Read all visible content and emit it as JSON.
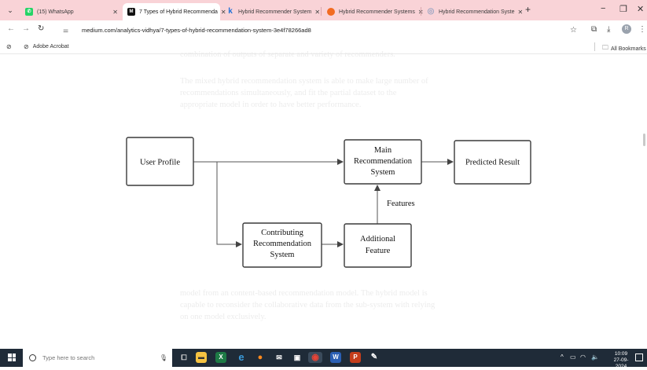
{
  "browser": {
    "tabs": [
      {
        "title": "(15) WhatsApp",
        "favicon": "whatsapp-icon",
        "color": "#25d366",
        "glyph": "✆",
        "active": false
      },
      {
        "title": "7 Types of Hybrid Recommenda",
        "favicon": "medium-icon",
        "color": "#111111",
        "glyph": "M",
        "active": true
      },
      {
        "title": "Hybrid Recommender System",
        "favicon": "k-icon",
        "color": "#1e6fd8",
        "glyph": "k",
        "active": false
      },
      {
        "title": "Hybrid Recommender Systems",
        "favicon": "orange-icon",
        "color": "#f26b21",
        "glyph": "●",
        "active": false
      },
      {
        "title": "Hybrid Recommendation Syste",
        "favicon": "globe-icon",
        "color": "#9aa4c2",
        "glyph": "◎",
        "active": false
      }
    ],
    "url": "medium.com/analytics-vidhya/7-types-of-hybrid-recommendation-system-3e4f78266ad8",
    "bookmarks": {
      "acrobat": "Adobe Acrobat",
      "all": "All Bookmarks"
    },
    "profile_initial": "R",
    "accent": "#f9d3d7"
  },
  "article": {
    "faded_top_line": "combination of outputs of separate and variety of recommenders.",
    "faded_paragraph": [
      "The mixed hybrid recommendation system is able to make large number of",
      "recommendations simultaneously, and fit the partial dataset to the",
      "appropriate model in order to have better performance."
    ],
    "faded_bottom": [
      "model from an content-based recommendation model. The hybrid model is",
      "capable to reconsider the collaborative data from the sub-system with relying",
      "on one model exclusively."
    ]
  },
  "diagram": {
    "nodes": [
      {
        "id": "user-profile",
        "lines": [
          "User Profile"
        ]
      },
      {
        "id": "main-recommendation",
        "lines": [
          "Main",
          "Recommendation",
          "System"
        ]
      },
      {
        "id": "predicted-result",
        "lines": [
          "Predicted Result"
        ]
      },
      {
        "id": "contributing-recommendation",
        "lines": [
          "Contributing",
          "Recommendation",
          "System"
        ]
      },
      {
        "id": "additional-feature",
        "lines": [
          "Additional",
          "Feature"
        ]
      }
    ],
    "edge_label": "Features"
  },
  "taskbar": {
    "search_placeholder": "Type here to search",
    "time": "10:09",
    "date": "27-09-2024"
  }
}
